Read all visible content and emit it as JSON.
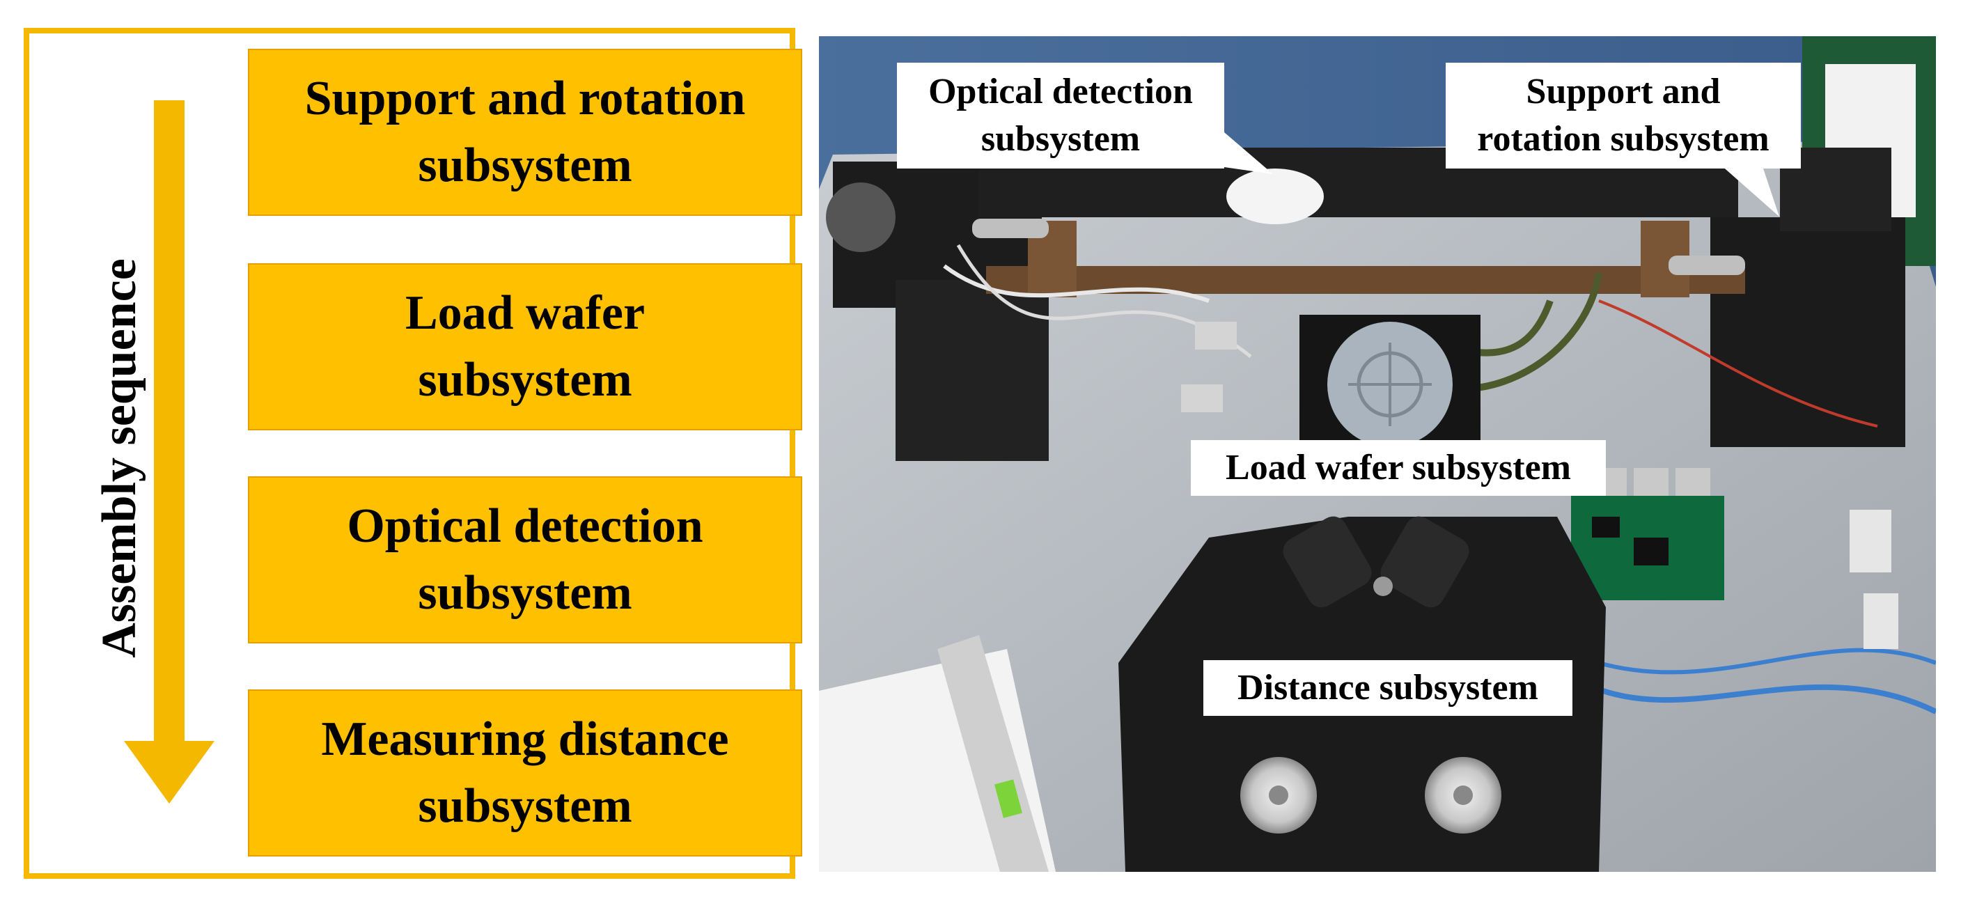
{
  "assembly_label": "Assembly sequence",
  "steps": [
    {
      "line1": "Support and rotation",
      "line2": "subsystem"
    },
    {
      "line1": "Load wafer",
      "line2": "subsystem"
    },
    {
      "line1": "Optical detection",
      "line2": "subsystem"
    },
    {
      "line1": "Measuring distance",
      "line2": "subsystem"
    }
  ],
  "callouts": {
    "optical": {
      "line1": "Optical detection",
      "line2": "subsystem"
    },
    "support": {
      "line1": "Support and",
      "line2": "rotation subsystem"
    },
    "load": "Load wafer subsystem",
    "distance": "Distance subsystem"
  },
  "colors": {
    "frame": "#f5b800",
    "box": "#ffc000",
    "arrow": "#f5b800"
  }
}
